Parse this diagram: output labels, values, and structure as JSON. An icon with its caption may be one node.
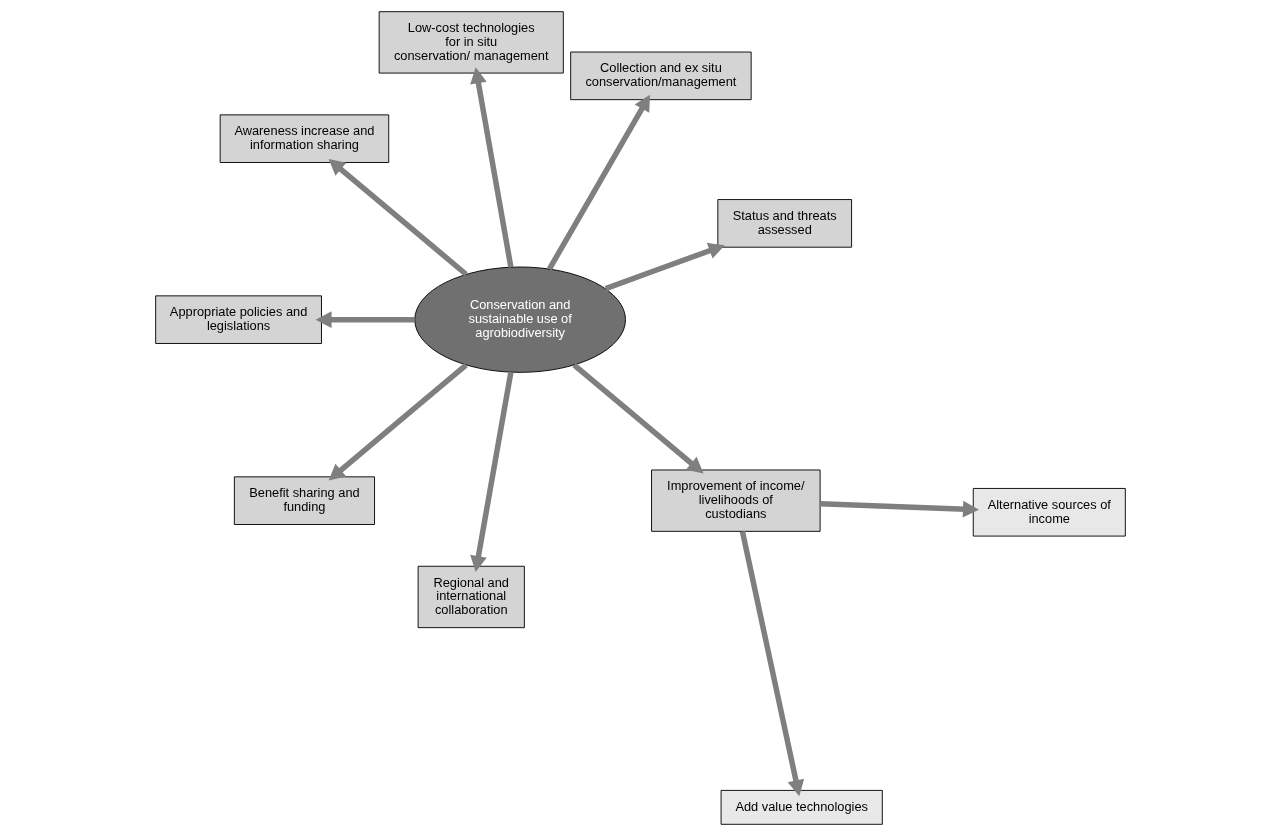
{
  "diagram": {
    "nodes": [
      {
        "text": [
          "Conservation and sustainable use of agrobiodiversity"
        ]
      },
      {
        "text": [
          "Status and threats assessed"
        ]
      },
      {
        "text": [
          "Collection and ex situ conservation/management"
        ]
      },
      {
        "text": [
          "Low-cost technologies for in situ conservation/ management"
        ]
      },
      {
        "text": [
          "Awareness increase and information sharing"
        ]
      },
      {
        "text": [
          "Appropriate policies and legislations"
        ]
      },
      {
        "text": [
          "Benefit sharing and funding"
        ]
      },
      {
        "text": [
          "Regional and international collaboration"
        ]
      },
      {
        "text": [
          "Improvement of income/ livelihoods of custodians"
        ]
      },
      {
        "text": [
          "Add value technologies"
        ]
      },
      {
        "text": [
          "Alternative sources of income"
        ]
      }
    ],
    "edges": [
      {
        "from": 0,
        "to": 1,
        "arrow": "to"
      },
      {
        "from": 0,
        "to": 2,
        "arrow": "to"
      },
      {
        "from": 0,
        "to": 3,
        "arrow": "to"
      },
      {
        "from": 0,
        "to": 4,
        "arrow": "to"
      },
      {
        "from": 0,
        "to": 5,
        "arrow": "to"
      },
      {
        "from": 0,
        "to": 6,
        "arrow": "to"
      },
      {
        "from": 0,
        "to": 7,
        "arrow": "to"
      },
      {
        "from": 0,
        "to": 8,
        "arrow": "to"
      },
      {
        "from": 8,
        "to": 9,
        "arrow": "to"
      },
      {
        "from": 8,
        "to": 10,
        "arrow": "to"
      }
    ]
  }
}
